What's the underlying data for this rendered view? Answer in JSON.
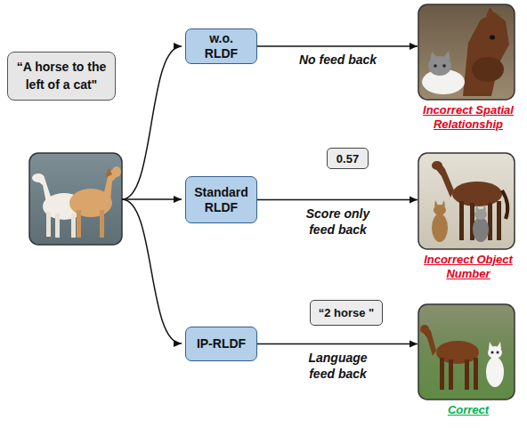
{
  "diagram": {
    "nodes": [
      {
        "text": [
          "“A horse to the left of a cat\""
        ]
      },
      {
        "text": [
          "w.o. RLDF"
        ]
      },
      {
        "text": [
          "Incorrect Spatial Relationship"
        ]
      },
      {
        "text": [
          "0.57"
        ]
      },
      {
        "text": [
          "Standard RLDF"
        ]
      },
      {
        "text": [
          "Incorrect Object Number"
        ]
      },
      {
        "text": [
          "“2 horse \""
        ]
      },
      {
        "text": [
          "IP-RLDF"
        ]
      },
      {
        "text": [
          "Correct"
        ]
      }
    ],
    "edges": [
      {
        "from": 1,
        "to": 2,
        "label": "No feed back",
        "arrow": "to"
      },
      {
        "from": 4,
        "to": 5,
        "label": "Score only feed back",
        "arrow": "to"
      },
      {
        "from": 7,
        "to": 8,
        "label": "Language feed back",
        "arrow": "to"
      }
    ]
  }
}
